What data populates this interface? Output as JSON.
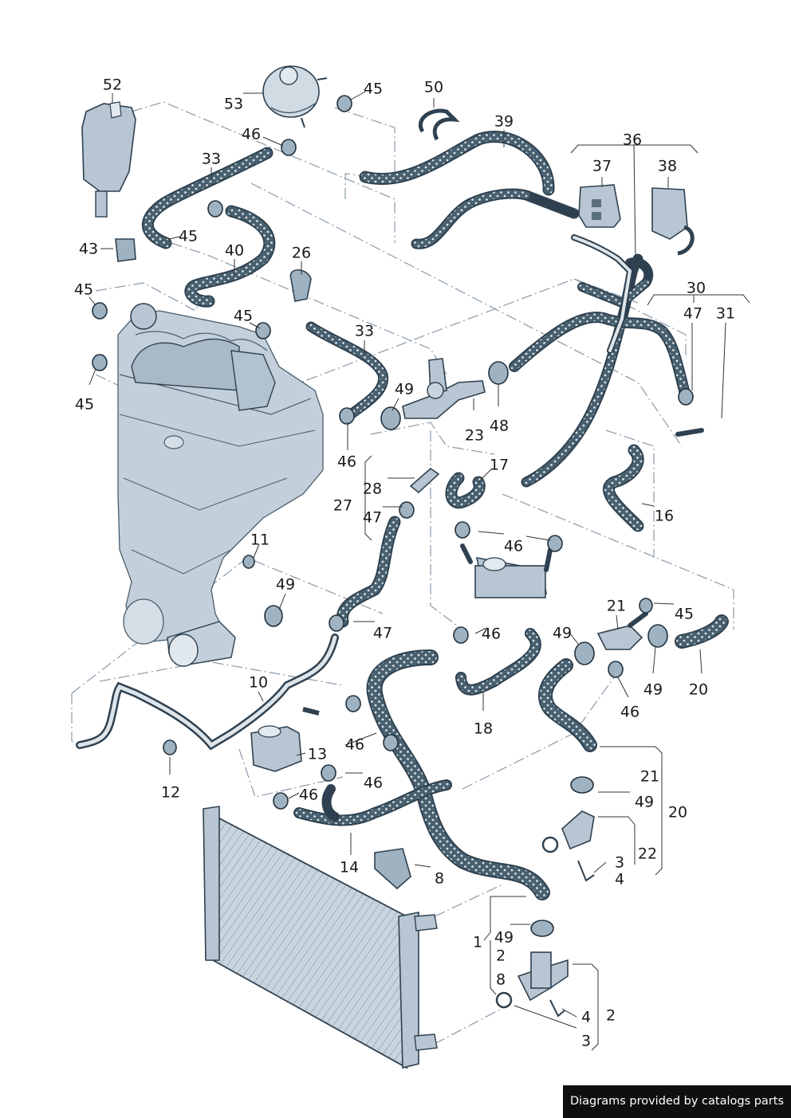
{
  "labels": {
    "p52": "52",
    "p53": "53",
    "p45a": "45",
    "p50": "50",
    "p39": "39",
    "p36": "36",
    "p37": "37",
    "p38": "38",
    "p46a": "46",
    "p33a": "33",
    "p45b": "45",
    "p43": "43",
    "p40": "40",
    "p26": "26",
    "p45c": "45",
    "p45d": "45",
    "p45e": "45",
    "p33b": "33",
    "p30": "30",
    "p47a": "47",
    "p31": "31",
    "p49a": "49",
    "p48": "48",
    "p23": "23",
    "p46b": "46",
    "p17": "17",
    "p28": "28",
    "p27": "27",
    "p47b": "47",
    "p16": "16",
    "p46c": "46",
    "p11": "11",
    "p49b": "49",
    "p21a": "21",
    "p45f": "45",
    "p47c": "47",
    "p46d": "46",
    "p49c": "49",
    "p49d": "49",
    "p20a": "20",
    "p46e": "46",
    "p10": "10",
    "p18": "18",
    "p13": "13",
    "p46f": "46",
    "p46g": "46",
    "p46h": "46",
    "p12": "12",
    "p21b": "21",
    "p49e": "49",
    "p20b": "20",
    "p22": "22",
    "p14": "14",
    "p8a": "8",
    "p3a": "3",
    "p4a": "4",
    "p1": "1",
    "p49f": "49",
    "p2a": "2",
    "p8b": "8",
    "p4b": "4",
    "p2b": "2",
    "p3b": "3"
  },
  "footer": {
    "credit": "Diagrams provided by catalogs parts"
  },
  "colors": {
    "hose": "#2f4150",
    "hose_dots": "#8fa4b4",
    "engine": "#c3d0db",
    "dash_lines": "#8a9aa8",
    "watermark_bg": "#0f0f0f"
  }
}
